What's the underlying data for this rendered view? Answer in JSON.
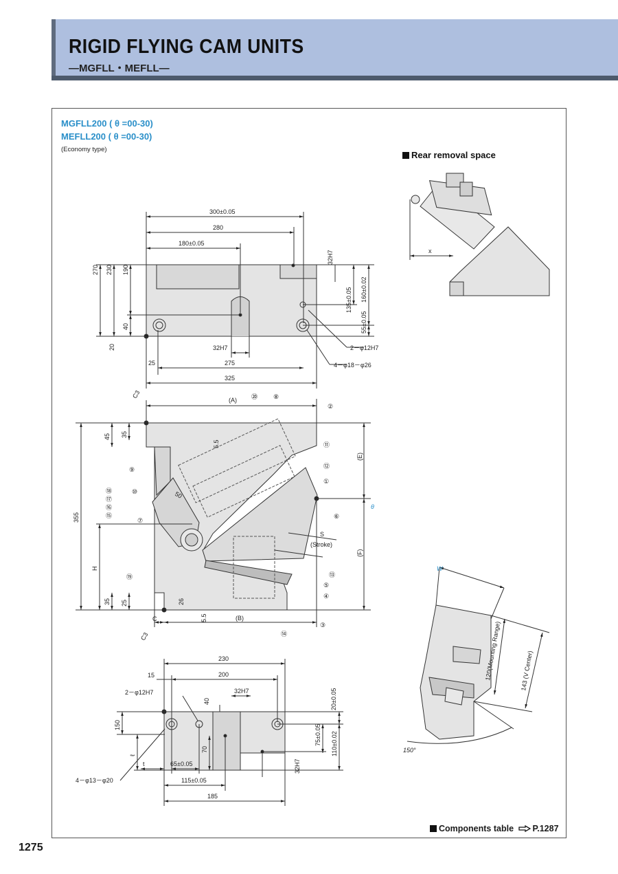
{
  "header": {
    "title": "RIGID FLYING CAM UNITS",
    "subtitle": "—MGFLL・MEFLL—"
  },
  "models": {
    "line1": "MGFLL200 ( θ =00-30)",
    "line2": "MEFLL200 ( θ =00-30)",
    "note": "(Economy type)"
  },
  "rear_removal": {
    "label": "Rear removal space",
    "x_label": "x"
  },
  "top_view": {
    "dims": [
      "300±0.05",
      "280",
      "180±0.05",
      "270",
      "230",
      "190",
      "40",
      "20",
      "32H7",
      "135±0.05",
      "160±0.02",
      "55±0.05",
      "2－φ12H7",
      "4－φ18－φ26",
      "32H7",
      "25",
      "275",
      "325"
    ]
  },
  "front_view": {
    "dims": [
      "C3",
      "(A)",
      "45",
      "35",
      "5.5",
      "355",
      "H",
      "35",
      "25",
      "26",
      "5.5",
      "C",
      "(B)",
      "C3",
      "(E)",
      "(F)",
      "θ",
      "S",
      "(Stroke)",
      "50"
    ],
    "callouts": [
      "⑳",
      "⑧",
      "②",
      "⑪",
      "⑫",
      "①",
      "⑥",
      "⑨",
      "⑩",
      "⑱",
      "⑰",
      "⑯",
      "⑮",
      "⑦",
      "⑲",
      "⑬",
      "⑤",
      "④",
      "⑭",
      "③"
    ]
  },
  "bottom_view": {
    "dims": [
      "230",
      "15",
      "200",
      "2－φ12H7",
      "40",
      "32H7",
      "20±0.05",
      "150",
      "75±0.05",
      "110±0.02",
      "70",
      "ℓ",
      "t",
      "65±0.05",
      "115±0.05",
      "185",
      "4－φ13－φ20",
      "32H7"
    ]
  },
  "side_view": {
    "dims": [
      "W",
      "120(Mounting Range)",
      "143 (V Center)",
      "150°"
    ]
  },
  "footer": {
    "components_label": "Components table",
    "components_ref": "P.1287",
    "page_number": "1275"
  },
  "colors": {
    "header_bg": "#aebfdf",
    "header_bar": "#4d5a6c",
    "accent": "#2a8fc9",
    "part_fill": "#e4e4e4"
  }
}
